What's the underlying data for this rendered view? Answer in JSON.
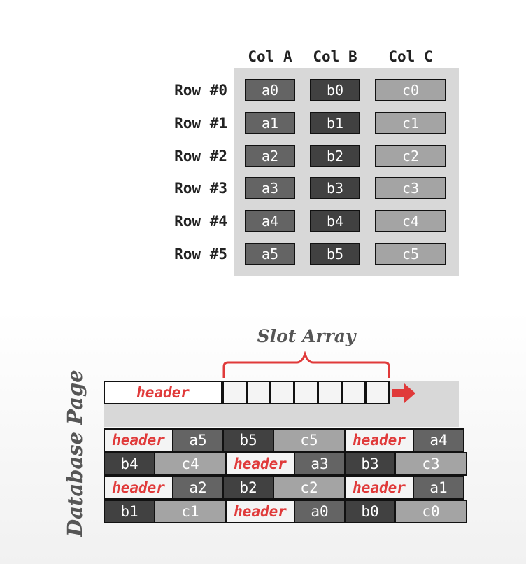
{
  "table": {
    "columns": [
      "Col A",
      "Col B",
      "Col C"
    ],
    "rows": [
      {
        "label": "Row #0",
        "values": [
          "a0",
          "b0",
          "c0"
        ]
      },
      {
        "label": "Row #1",
        "values": [
          "a1",
          "b1",
          "c1"
        ]
      },
      {
        "label": "Row #2",
        "values": [
          "a2",
          "b2",
          "c2"
        ]
      },
      {
        "label": "Row #3",
        "values": [
          "a3",
          "b3",
          "c3"
        ]
      },
      {
        "label": "Row #4",
        "values": [
          "a4",
          "b4",
          "c4"
        ]
      },
      {
        "label": "Row #5",
        "values": [
          "a5",
          "b5",
          "c5"
        ]
      }
    ]
  },
  "page": {
    "title": "Database Page",
    "header_label": "header",
    "slot_array_label": "Slot Array",
    "slot_count": 7,
    "tuple_rows": [
      [
        "header",
        "a5",
        "b5",
        "c5",
        "header",
        "a4"
      ],
      [
        "b4",
        "c4",
        "header",
        "a3",
        "b3",
        "c3"
      ],
      [
        "header",
        "a2",
        "b2",
        "c2",
        "header",
        "a1"
      ],
      [
        "b1",
        "c1",
        "header",
        "a0",
        "b0",
        "c0"
      ]
    ]
  },
  "colors": {
    "accent_red": "#e03a3a",
    "col_a": "#646464",
    "col_b": "#414141",
    "col_c": "#a4a4a4",
    "panel": "#d8d8d8"
  }
}
